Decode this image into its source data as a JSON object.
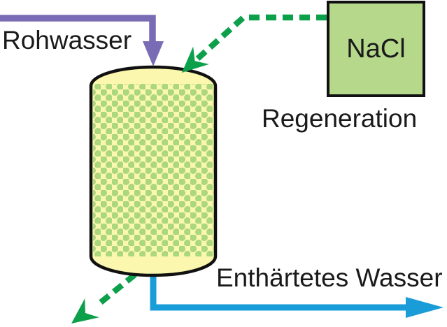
{
  "labels": {
    "raw_water": "Rohwasser",
    "salt": "NaCl",
    "regeneration": "Regeneration",
    "softened_water": "Enthärtetes Wasser"
  },
  "colors": {
    "raw-water-pipe": "#7a6cb4",
    "regeneration-flow": "#0da04b",
    "softened-water-pipe": "#1a9cd8",
    "tank-fill": "#fbf7ae",
    "resin-dot": "#abd77d",
    "salt-box-fill": "#b5d88b",
    "outline": "#111111",
    "text": "#1a1a1a",
    "background": "#ffffff"
  }
}
